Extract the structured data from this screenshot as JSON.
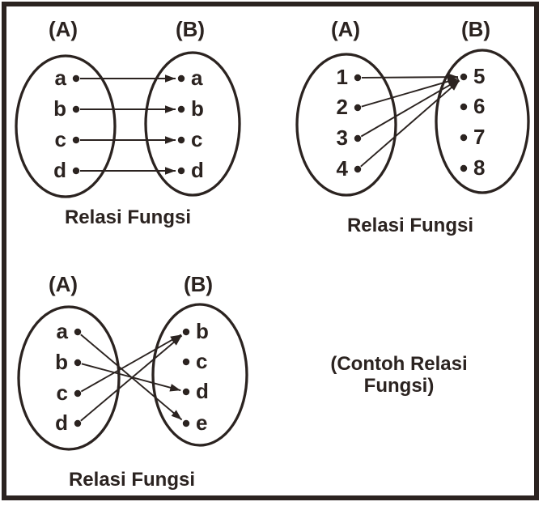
{
  "colors": {
    "ink": "#2b2320",
    "background": "#ffffff"
  },
  "diagrams": [
    {
      "left_set_label": "(A)",
      "right_set_label": "(B)",
      "left_items": [
        "a",
        "b",
        "c",
        "d"
      ],
      "right_items": [
        "a",
        "b",
        "c",
        "d"
      ],
      "mappings": [
        [
          "a",
          "a"
        ],
        [
          "b",
          "b"
        ],
        [
          "c",
          "c"
        ],
        [
          "d",
          "d"
        ]
      ],
      "caption": "Relasi Fungsi"
    },
    {
      "left_set_label": "(A)",
      "right_set_label": "(B)",
      "left_items": [
        "1",
        "2",
        "3",
        "4"
      ],
      "right_items": [
        "5",
        "6",
        "7",
        "8"
      ],
      "mappings": [
        [
          "1",
          "5"
        ],
        [
          "2",
          "5"
        ],
        [
          "3",
          "5"
        ],
        [
          "4",
          "5"
        ]
      ],
      "caption": "Relasi Fungsi"
    },
    {
      "left_set_label": "(A)",
      "right_set_label": "(B)",
      "left_items": [
        "a",
        "b",
        "c",
        "d"
      ],
      "right_items": [
        "b",
        "c",
        "d",
        "e"
      ],
      "mappings": [
        [
          "a",
          "e"
        ],
        [
          "b",
          "d"
        ],
        [
          "c",
          "b"
        ],
        [
          "d",
          "b"
        ]
      ],
      "caption": "Relasi Fungsi"
    }
  ],
  "note": "(Contoh Relasi Fungsi)"
}
